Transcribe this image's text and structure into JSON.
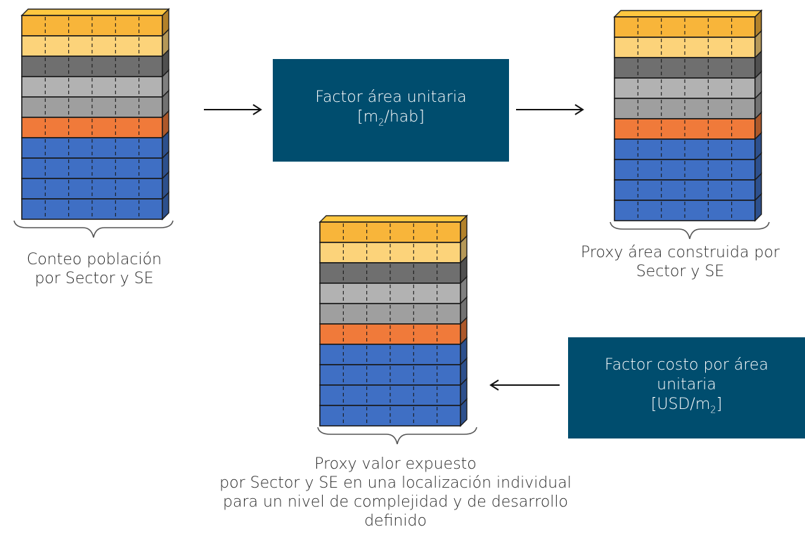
{
  "colors": {
    "layers": [
      "#f8b53a",
      "#fcd37a",
      "#6f6f6f",
      "#b2b2b2",
      "#9f9f9f",
      "#f07a3a",
      "#3f6fc4",
      "#3f6fc4",
      "#3f6fc4",
      "#3f6fc4"
    ],
    "factor_box": "#004d6e"
  },
  "stacks": [
    {
      "id": "population",
      "caption": [
        "Conteo población",
        "por Sector y SE"
      ]
    },
    {
      "id": "built-area",
      "caption": [
        "Proxy área construida por",
        "Sector y SE"
      ]
    },
    {
      "id": "exposed-value",
      "caption": [
        "Proxy valor expuesto",
        "por Sector y SE en una localización individual",
        "para un nivel de complejidad y de desarrollo",
        "definido"
      ]
    }
  ],
  "factors": {
    "area": {
      "line1": "Factor área unitaria",
      "line2_pre": "[m",
      "line2_sub": "2",
      "line2_post": "/hab]"
    },
    "cost": {
      "line1": "Factor costo por área",
      "line2": "unitaria",
      "line3_pre": "[USD/m",
      "line3_sub": "2",
      "line3_post": "]"
    }
  }
}
